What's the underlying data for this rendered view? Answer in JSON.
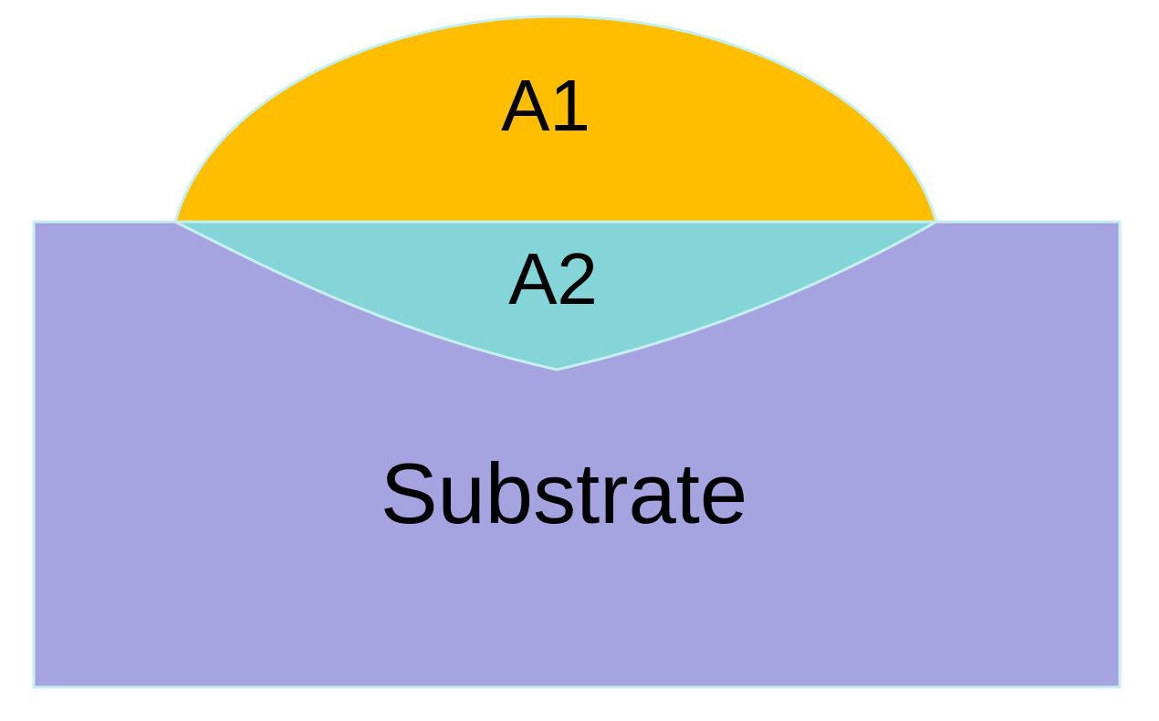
{
  "diagram": {
    "labels": {
      "bead": "A1",
      "penetration": "A2",
      "substrate": "Substrate"
    },
    "colors": {
      "bead_fill": "#FFBF00",
      "penetration_fill": "#83D5D8",
      "substrate_fill": "#A5A3E0",
      "outline": "#C8EFEF",
      "background": "#FFFFFF"
    }
  }
}
